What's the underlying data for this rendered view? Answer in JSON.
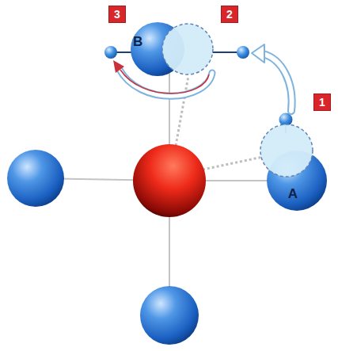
{
  "diagram": {
    "nodes": [
      {
        "text": [
          "B"
        ]
      },
      {
        "text": [
          "A"
        ]
      }
    ],
    "labels": [
      "1",
      "2",
      "3"
    ]
  }
}
